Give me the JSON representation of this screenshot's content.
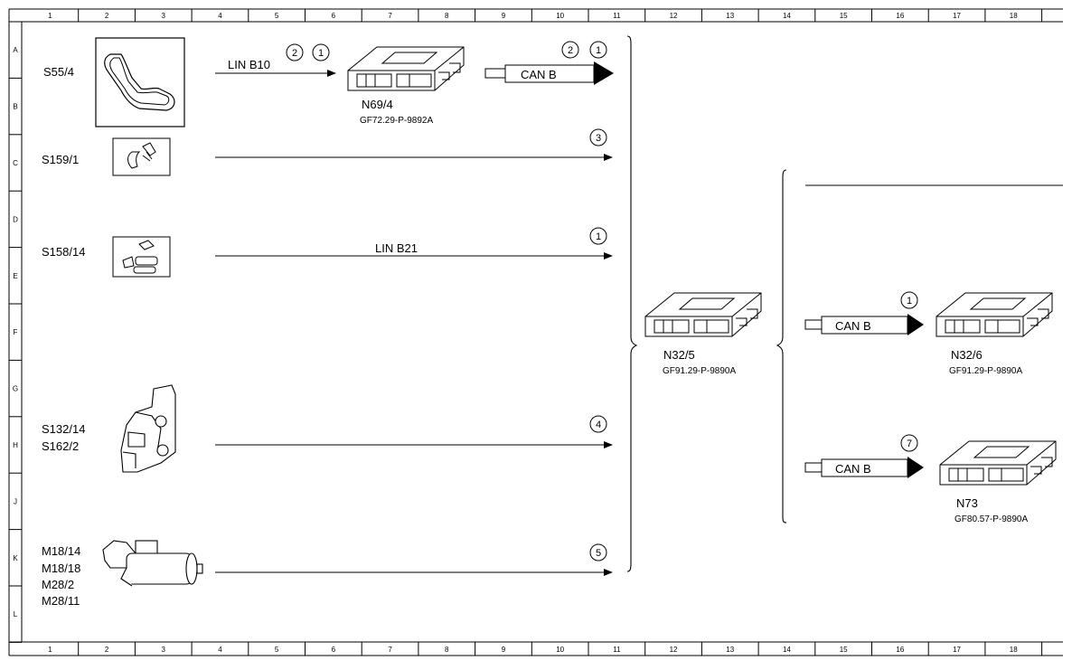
{
  "grid": {
    "columns": [
      "1",
      "2",
      "3",
      "4",
      "5",
      "6",
      "7",
      "8",
      "9",
      "10",
      "11",
      "12",
      "13",
      "14",
      "15",
      "16",
      "17",
      "18"
    ],
    "rows": [
      "A",
      "B",
      "C",
      "D",
      "E",
      "F",
      "G",
      "H",
      "J",
      "K",
      "L"
    ]
  },
  "components": {
    "s55_4": "S55/4",
    "s159_1": "S159/1",
    "s158_14": "S158/14",
    "s132_14": "S132/14",
    "s162_2": "S162/2",
    "m18_14": "M18/14",
    "m18_18": "M18/18",
    "m28_2": "M28/2",
    "m28_11": "M28/11",
    "n69_4": "N69/4",
    "n69_4_ref": "GF72.29-P-9892A",
    "n32_5": "N32/5",
    "n32_5_ref": "GF91.29-P-9890A",
    "n32_6": "N32/6",
    "n32_6_ref": "GF91.29-P-9890A",
    "n73": "N73",
    "n73_ref": "GF80.57-P-9890A"
  },
  "signals": {
    "lin_b10": "LIN B10",
    "lin_b21": "LIN B21",
    "can_b_top": "CAN B",
    "can_b_mid": "CAN B",
    "can_b_bot": "CAN B"
  },
  "callouts": {
    "lin_b10_a": "2",
    "lin_b10_b": "1",
    "can_top_a": "2",
    "can_top_b": "1",
    "s159": "3",
    "lin_b21": "1",
    "s132": "4",
    "m18": "5",
    "can_mid": "1",
    "can_bot": "7"
  }
}
